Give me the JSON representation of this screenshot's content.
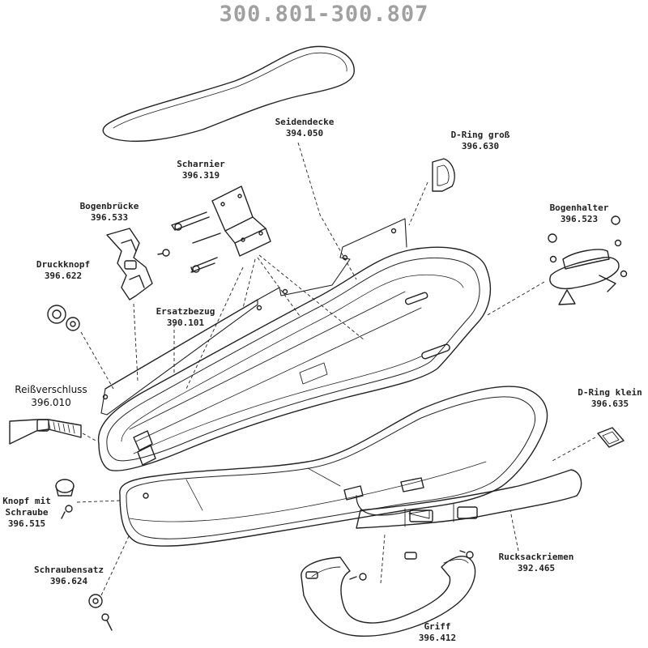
{
  "title": "300.801-300.807",
  "parts": {
    "seidendecke": {
      "name": "Seidendecke",
      "number": "394.050"
    },
    "d_ring_gross": {
      "name": "D-Ring groß",
      "number": "396.630"
    },
    "scharnier": {
      "name": "Scharnier",
      "number": "396.319"
    },
    "bogenbruecke": {
      "name": "Bogenbrücke",
      "number": "396.533"
    },
    "bogenhalter": {
      "name": "Bogenhalter",
      "number": "396.523"
    },
    "druckknopf": {
      "name": "Druckknopf",
      "number": "396.622"
    },
    "ersatzbezug": {
      "name": "Ersatzbezug",
      "number": "390.101"
    },
    "reissverschluss": {
      "name": "Reißverschluss",
      "number": "396.010"
    },
    "d_ring_klein": {
      "name": "D-Ring klein",
      "number": "396.635"
    },
    "knopf": {
      "name": "Knopf mit",
      "name2": "Schraube",
      "number": "396.515"
    },
    "schraubensatz": {
      "name": "Schraubensatz",
      "number": "396.624"
    },
    "rucksackriemen": {
      "name": "Rucksackriemen",
      "number": "392.465"
    },
    "griff": {
      "name": "Griff",
      "number": "396.412"
    }
  }
}
